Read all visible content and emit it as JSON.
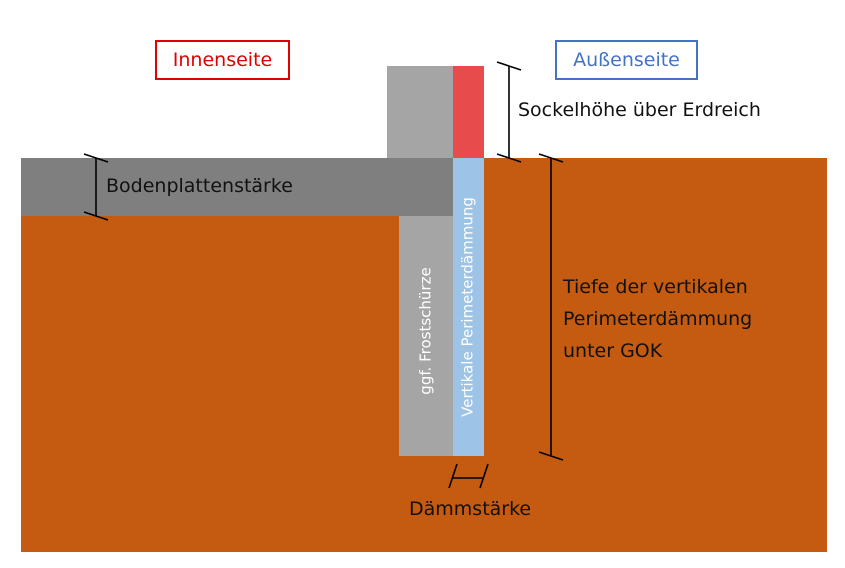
{
  "labels": {
    "inside": "Innenseite",
    "outside": "Außenseite",
    "plinth_height": "Sockelhöhe über Erdreich",
    "slab_thickness": "Bodenplattenstärke",
    "depth": "Tiefe der vertikalen\nPerimeterdämmung\nunter GOK",
    "insulation_thickness": "Dämmstärke",
    "frost_skirt": "ggf. Frostschürze",
    "vertical_insulation": "Vertikale Perimeterdämmung"
  },
  "colors": {
    "soil": "#c55a11",
    "slab": "#7f7f7f",
    "wall": "#a5a5a5",
    "plinth": "#e84b4b",
    "insulation": "#9dc3e6",
    "inside_label": "#e00000",
    "outside_label": "#4472c4"
  }
}
